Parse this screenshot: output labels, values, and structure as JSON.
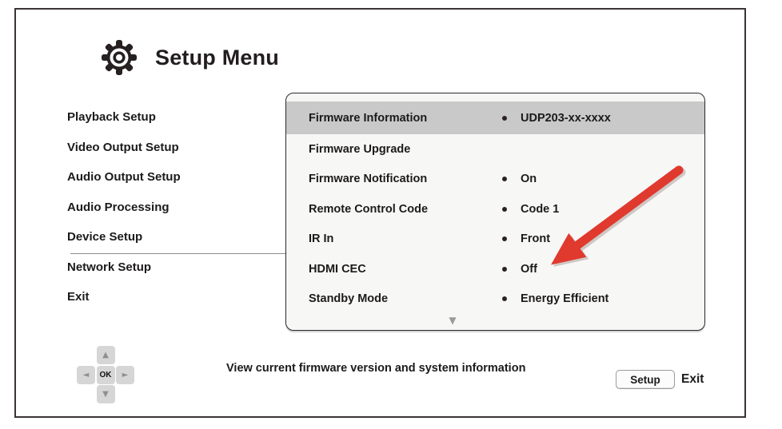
{
  "header": {
    "title": "Setup Menu",
    "icon": "gear-icon"
  },
  "sidebar": {
    "items": [
      {
        "id": "playback-setup",
        "label": "Playback Setup"
      },
      {
        "id": "video-output-setup",
        "label": "Video Output Setup"
      },
      {
        "id": "audio-output-setup",
        "label": "Audio Output Setup"
      },
      {
        "id": "audio-processing",
        "label": "Audio Processing"
      },
      {
        "id": "device-setup",
        "label": "Device Setup"
      },
      {
        "id": "network-setup",
        "label": "Network Setup"
      },
      {
        "id": "exit",
        "label": "Exit"
      }
    ]
  },
  "panel": {
    "rows": [
      {
        "id": "firmware-information",
        "label": "Firmware Information",
        "value": "UDP203-xx-xxxx",
        "selected": true
      },
      {
        "id": "firmware-upgrade",
        "label": "Firmware Upgrade",
        "value": ""
      },
      {
        "id": "firmware-notification",
        "label": "Firmware Notification",
        "value": "On"
      },
      {
        "id": "remote-control-code",
        "label": "Remote Control Code",
        "value": "Code 1"
      },
      {
        "id": "ir-in",
        "label": "IR In",
        "value": "Front"
      },
      {
        "id": "hdmi-cec",
        "label": "HDMI CEC",
        "value": "Off"
      },
      {
        "id": "standby-mode",
        "label": "Standby Mode",
        "value": "Energy Efficient"
      }
    ],
    "scroll_down_indicator": "▼"
  },
  "dpad": {
    "up_icon": "▲",
    "left_icon": "◄",
    "ok_label": "OK",
    "right_icon": "►",
    "down_icon": "▼"
  },
  "footer": {
    "hint": "View current firmware version and system information",
    "setup_button_label": "Setup",
    "exit_label": "Exit"
  },
  "colors": {
    "selected_row_bg": "#c9c9c9",
    "panel_bg": "#f7f7f6",
    "annotation_arrow_red": "#e0392e",
    "text": "#1c1a1a",
    "frame_border": "#3a3334"
  }
}
